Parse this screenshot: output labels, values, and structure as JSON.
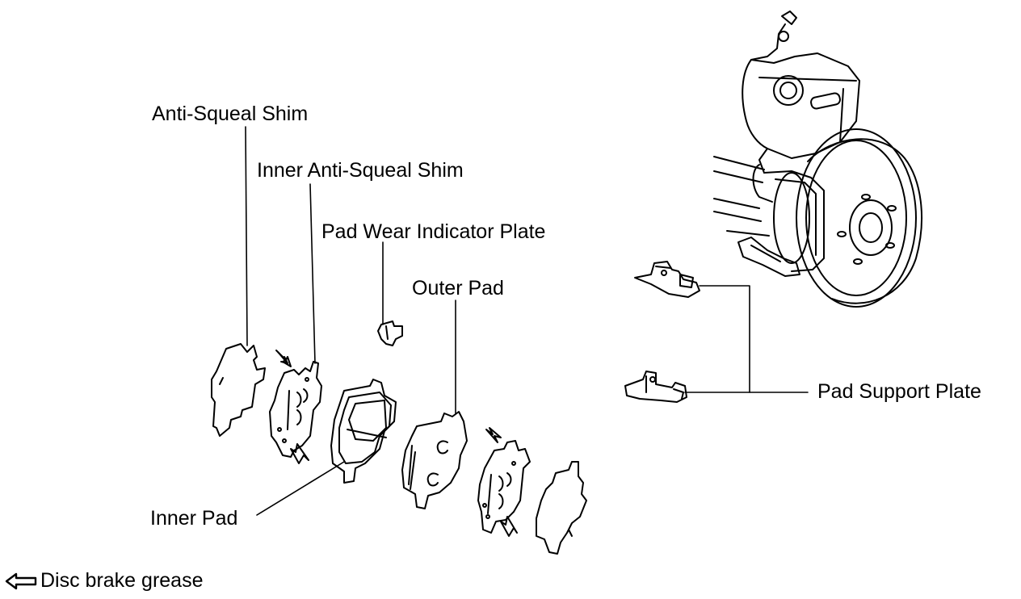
{
  "labels": {
    "anti_squeal_shim": "Anti-Squeal Shim",
    "inner_anti_squeal_shim": "Inner Anti-Squeal Shim",
    "pad_wear_indicator_plate": "Pad Wear Indicator Plate",
    "outer_pad": "Outer Pad",
    "inner_pad": "Inner Pad",
    "pad_support_plate": "Pad Support Plate"
  },
  "legend": {
    "icon": "hollow-arrow-left-icon",
    "text": "Disc brake grease"
  },
  "colors": {
    "line": "#000000",
    "background": "#ffffff"
  }
}
